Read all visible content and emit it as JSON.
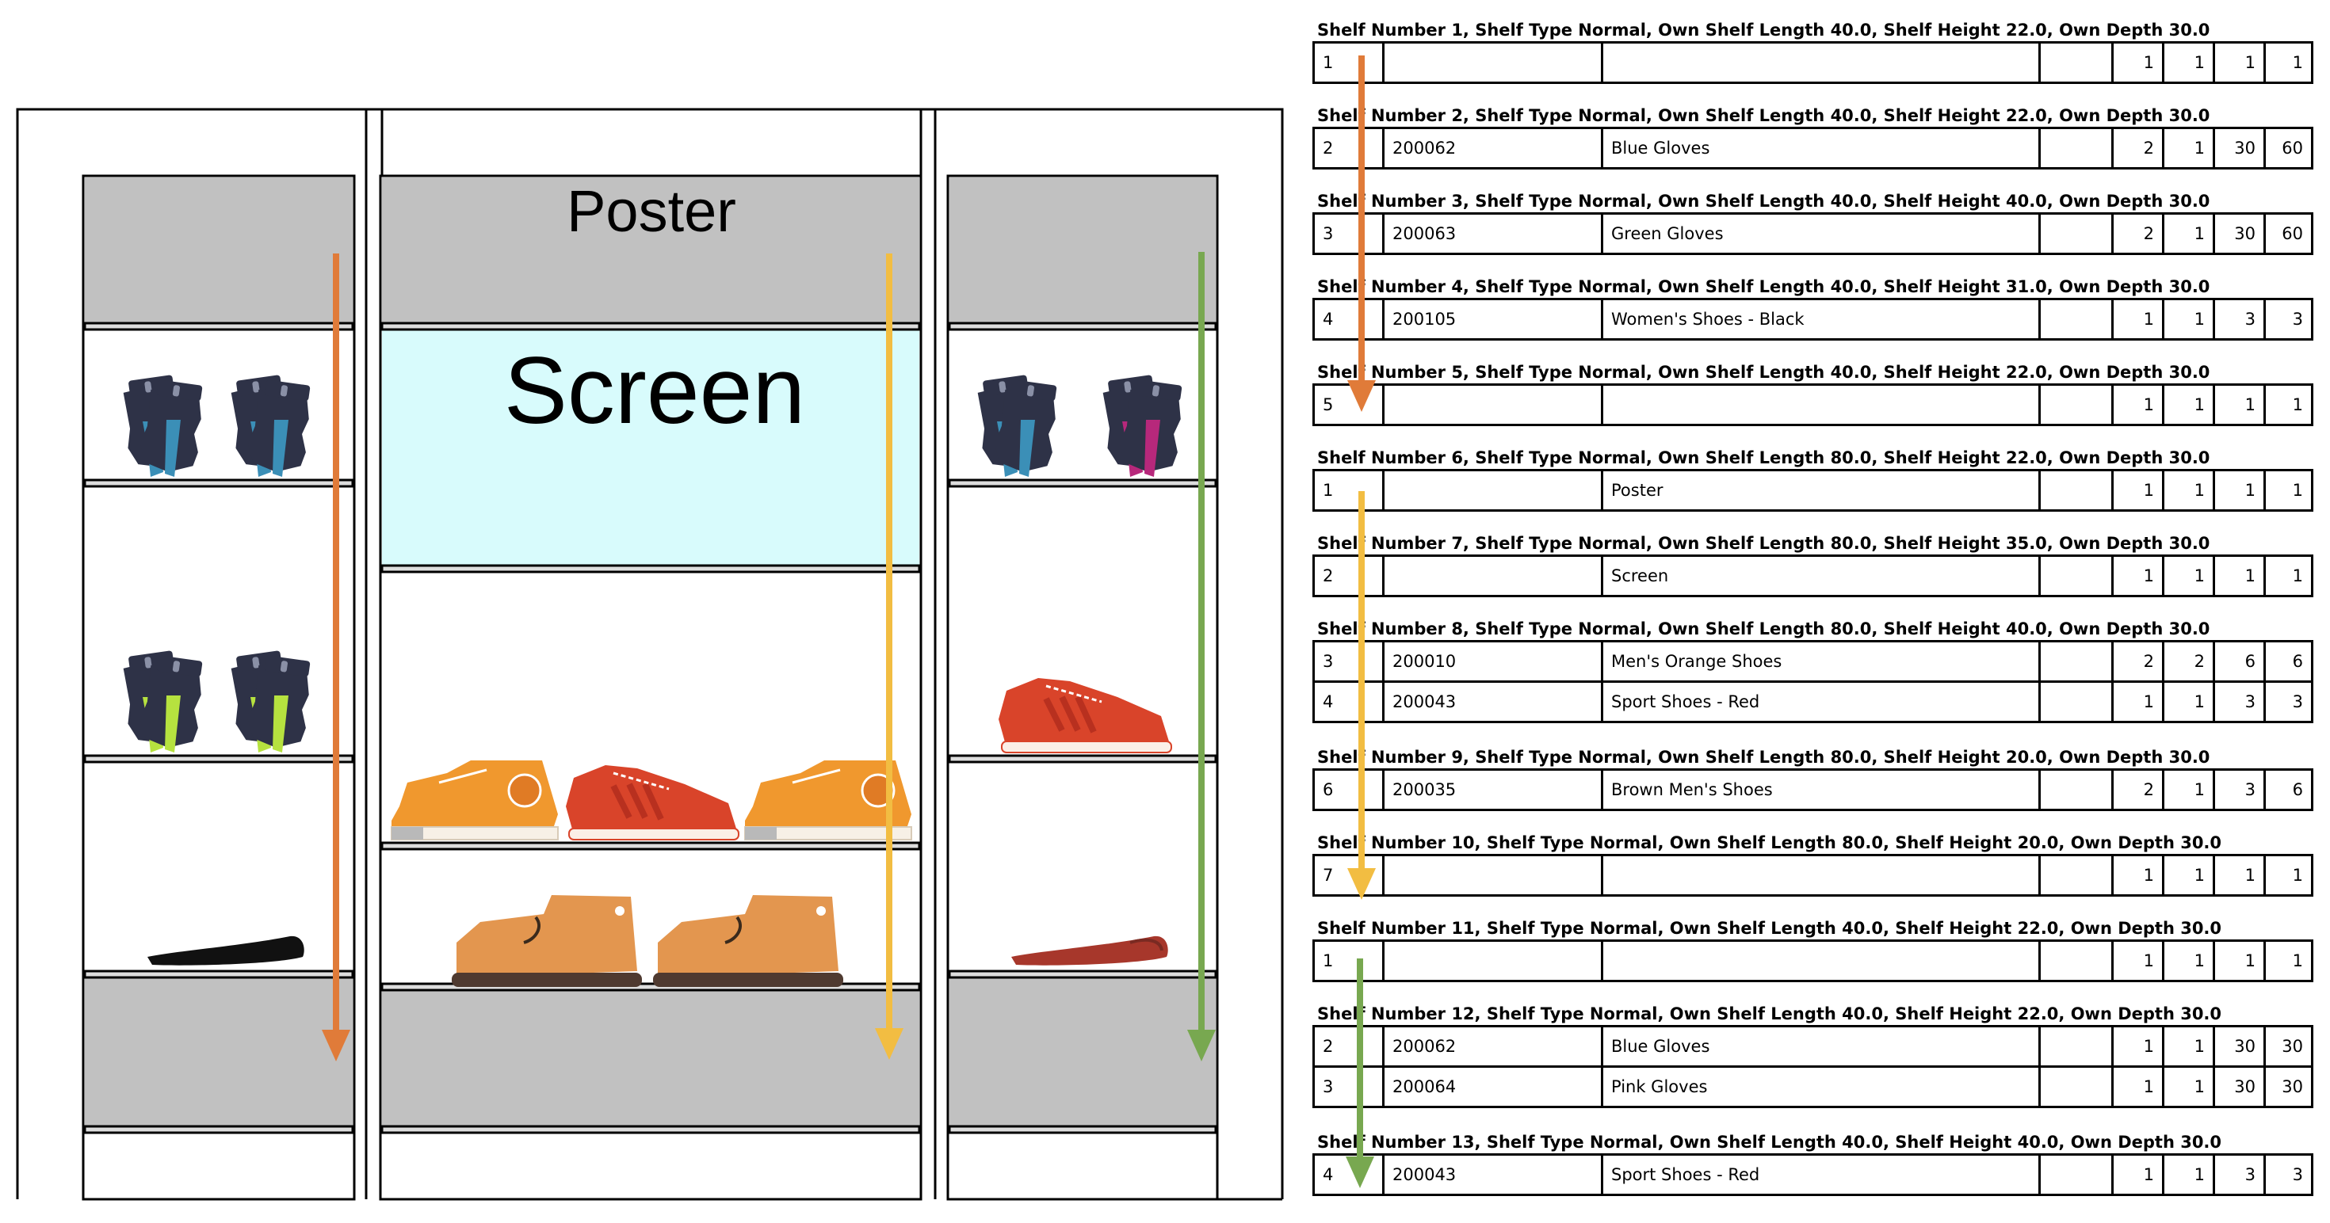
{
  "planogram": {
    "poster_label": "Poster",
    "screen_label": "Screen"
  },
  "shelves": [
    {
      "title": "Shelf Number 1, Shelf Type Normal, Own Shelf Length 40.0, Shelf Height 22.0, Own Depth 30.0",
      "rows": [
        [
          "1",
          "",
          "",
          "",
          "1",
          "1",
          "1",
          "1"
        ]
      ]
    },
    {
      "title": "Shelf Number 2, Shelf Type Normal, Own Shelf Length 40.0, Shelf Height 22.0, Own Depth 30.0",
      "rows": [
        [
          "2",
          "200062",
          "Blue Gloves",
          "",
          "2",
          "1",
          "30",
          "60"
        ]
      ]
    },
    {
      "title": "Shelf Number 3, Shelf Type Normal, Own Shelf Length 40.0, Shelf Height 40.0, Own Depth 30.0",
      "rows": [
        [
          "3",
          "200063",
          "Green Gloves",
          "",
          "2",
          "1",
          "30",
          "60"
        ]
      ]
    },
    {
      "title": "Shelf Number 4, Shelf Type Normal, Own Shelf Length 40.0, Shelf Height 31.0, Own Depth 30.0",
      "rows": [
        [
          "4",
          "200105",
          "Women's Shoes - Black",
          "",
          "1",
          "1",
          "3",
          "3"
        ]
      ]
    },
    {
      "title": "Shelf Number 5, Shelf Type Normal, Own Shelf Length 40.0, Shelf Height 22.0, Own Depth 30.0",
      "rows": [
        [
          "5",
          "",
          "",
          "",
          "1",
          "1",
          "1",
          "1"
        ]
      ]
    },
    {
      "title": "Shelf Number 6, Shelf Type Normal, Own Shelf Length 80.0, Shelf Height 22.0, Own Depth 30.0",
      "rows": [
        [
          "1",
          "",
          "Poster",
          "",
          "1",
          "1",
          "1",
          "1"
        ]
      ]
    },
    {
      "title": "Shelf Number 7, Shelf Type Normal, Own Shelf Length 80.0, Shelf Height 35.0, Own Depth 30.0",
      "rows": [
        [
          "2",
          "",
          "Screen",
          "",
          "1",
          "1",
          "1",
          "1"
        ]
      ]
    },
    {
      "title": "Shelf Number 8, Shelf Type Normal, Own Shelf Length 80.0, Shelf Height 40.0, Own Depth 30.0",
      "rows": [
        [
          "3",
          "200010",
          "Men's Orange Shoes",
          "",
          "2",
          "2",
          "6",
          "6"
        ],
        [
          "4",
          "200043",
          "Sport Shoes - Red",
          "",
          "1",
          "1",
          "3",
          "3"
        ]
      ]
    },
    {
      "title": "Shelf Number 9, Shelf Type Normal, Own Shelf Length 80.0, Shelf Height 20.0, Own Depth 30.0",
      "rows": [
        [
          "6",
          "200035",
          "Brown Men's Shoes",
          "",
          "2",
          "1",
          "3",
          "6"
        ]
      ]
    },
    {
      "title": "Shelf Number 10, Shelf Type Normal, Own Shelf Length 80.0, Shelf Height 20.0, Own Depth 30.0",
      "rows": [
        [
          "7",
          "",
          "",
          "",
          "1",
          "1",
          "1",
          "1"
        ]
      ]
    },
    {
      "title": "Shelf Number 11, Shelf Type Normal, Own Shelf Length 40.0, Shelf Height 22.0, Own Depth 30.0",
      "rows": [
        [
          "1",
          "",
          "",
          "",
          "1",
          "1",
          "1",
          "1"
        ]
      ]
    },
    {
      "title": "Shelf Number 12, Shelf Type Normal, Own Shelf Length 40.0, Shelf Height 22.0, Own Depth 30.0",
      "rows": [
        [
          "2",
          "200062",
          "Blue Gloves",
          "",
          "1",
          "1",
          "30",
          "30"
        ],
        [
          "3",
          "200064",
          "Pink Gloves",
          "",
          "1",
          "1",
          "30",
          "30"
        ]
      ]
    },
    {
      "title": "Shelf Number 13, Shelf Type Normal, Own Shelf Length 40.0, Shelf Height 40.0, Own Depth 30.0",
      "rows": [
        [
          "4",
          "200043",
          "Sport Shoes - Red",
          "",
          "1",
          "1",
          "3",
          "3"
        ]
      ]
    }
  ],
  "colors": {
    "arrow_left": "#e07b39",
    "arrow_middle": "#f2bd42",
    "arrow_right": "#78a850",
    "shelf_gray": "#c1c1c1",
    "screen_cyan": "#d8fbfc",
    "glove_dark": "#2e3247",
    "glove_blue": "#3b8fb7",
    "glove_green": "#b6e23f",
    "glove_pink": "#b7287b",
    "shoe_orange": "#f0982e",
    "shoe_red": "#d9442a",
    "shoe_brown": "#e3964f",
    "shoe_black": "#111111",
    "shoe_flat_red": "#a7372b"
  },
  "icons": [
    "gloves-icon",
    "sneaker-icon",
    "boot-icon",
    "flat-shoe-icon"
  ]
}
